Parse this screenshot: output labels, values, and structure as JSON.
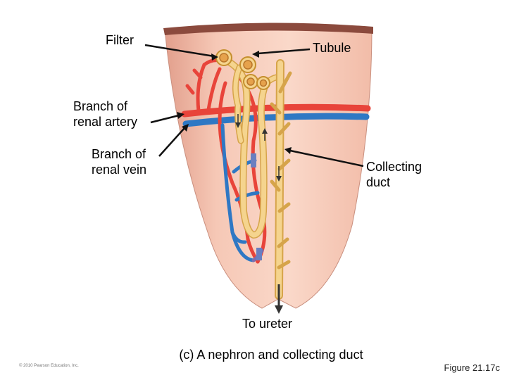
{
  "labels": {
    "filter": "Filter",
    "tubule": "Tubule",
    "branch_artery": [
      "Branch of",
      "renal artery"
    ],
    "branch_vein": [
      "Branch of",
      "renal vein"
    ],
    "collecting_duct": [
      "Collecting",
      "duct"
    ],
    "to_ureter": "To ureter"
  },
  "caption": "(c) A nephron and collecting duct",
  "figure_number": "Figure 21.17c",
  "copyright": "© 2010 Pearson Education, Inc.",
  "colors": {
    "tissue": "#f7cdbb",
    "tissue_shadow": "#e6a996",
    "capsule": "#8b4a3d",
    "artery": "#e8443a",
    "vein": "#2f78c4",
    "tubule": "#f5d48e",
    "tubule_edge": "#d6a44a"
  }
}
